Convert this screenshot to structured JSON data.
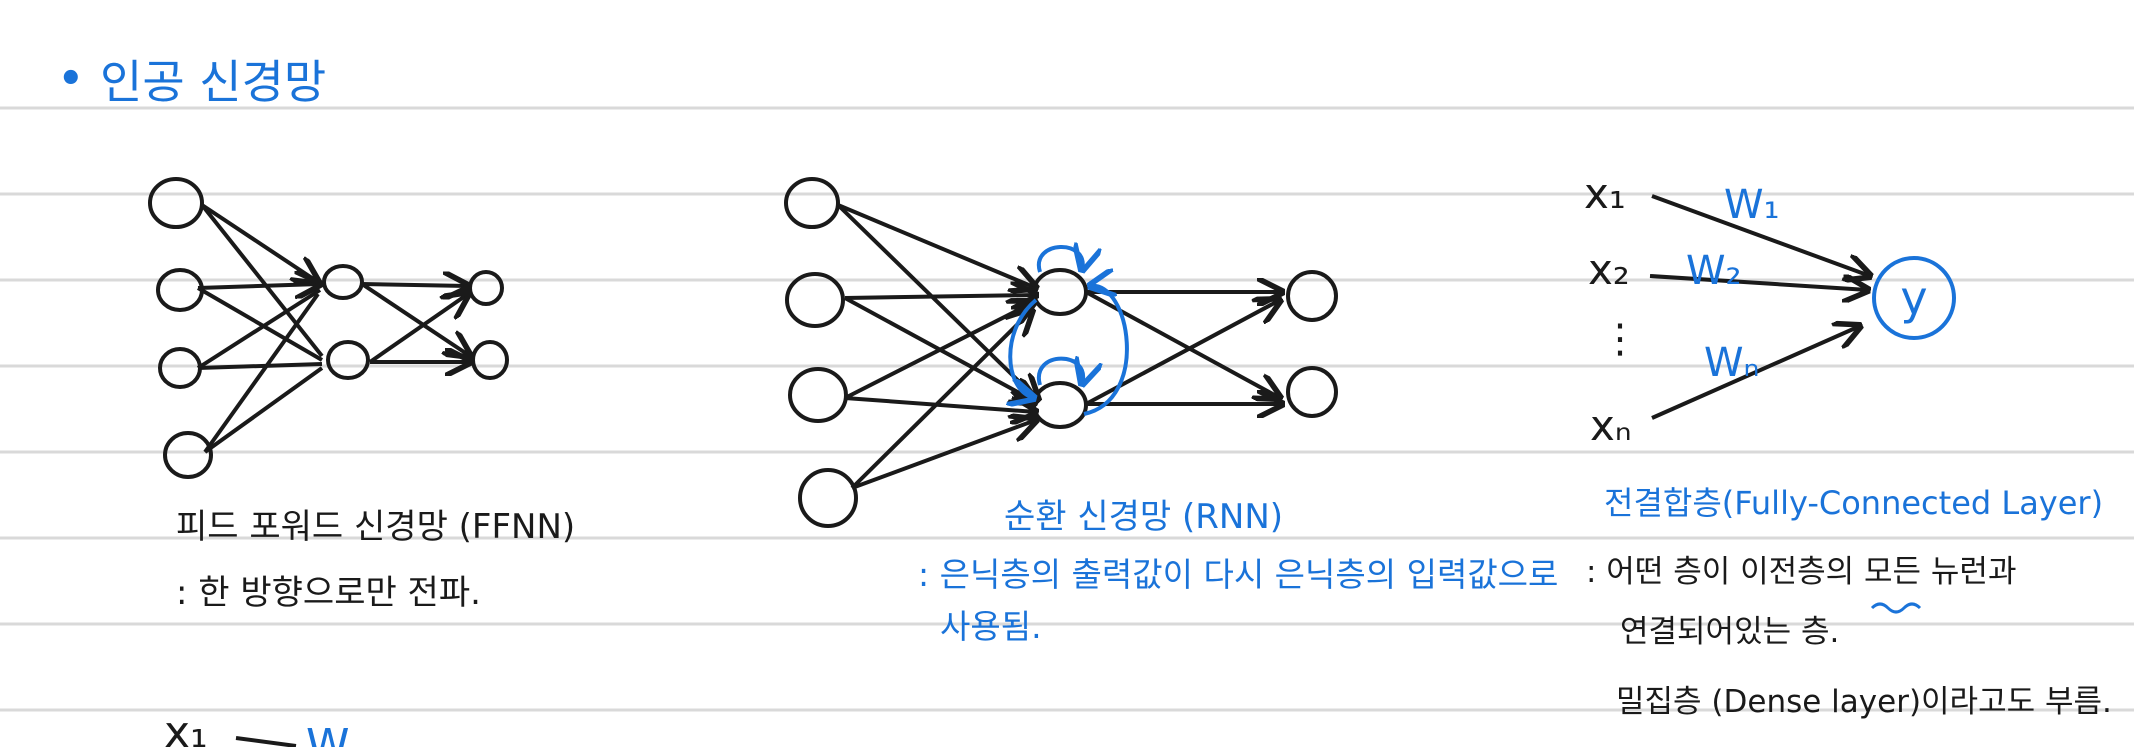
{
  "heading": {
    "bullet": "•",
    "text": "인공 신경망"
  },
  "ffnn": {
    "caption": "피드 포워드 신경망 (FFNN)",
    "desc": ": 한 방향으로만 전파."
  },
  "rnn": {
    "caption": "순환 신경망 (RNN)",
    "desc_line1": ": 은닉층의 출력값이 다시 은닉층의 입력값으로",
    "desc_line2": "사용됨."
  },
  "fc": {
    "inputs": [
      "x₁",
      "x₂",
      "⋮",
      "xₙ"
    ],
    "weights": [
      "W₁",
      "W₂",
      "Wₙ"
    ],
    "output": "y",
    "caption": "전결합층(Fully-Connected Layer)",
    "desc_line1": ": 어떤 층이 이전층의 모든 뉴런과",
    "desc_line2": "연결되어있는 층.",
    "desc_line3": "밀집층 (Dense layer)이라고도 부름."
  },
  "bottom": {
    "input": "x₁",
    "weight": "W"
  },
  "colors": {
    "ink": "#1a1a1a",
    "blue": "#1a73d9",
    "rule": "#d9d9d9"
  }
}
